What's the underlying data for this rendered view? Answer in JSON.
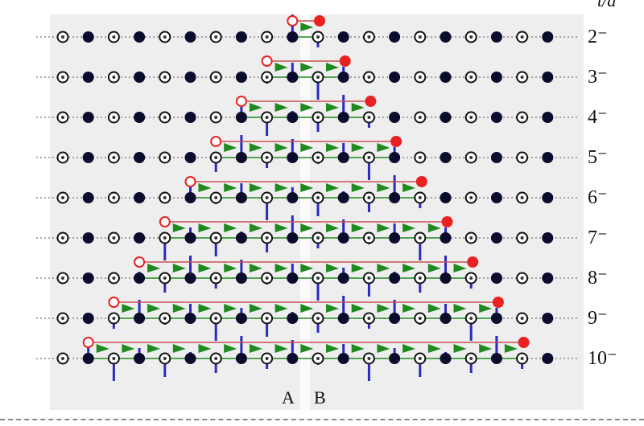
{
  "header_label": "t/a",
  "rows": [
    {
      "label": "2⁻",
      "n": 2
    },
    {
      "label": "3⁻",
      "n": 3
    },
    {
      "label": "4⁻",
      "n": 4
    },
    {
      "label": "5⁻",
      "n": 5
    },
    {
      "label": "6⁻",
      "n": 6
    },
    {
      "label": "7⁻",
      "n": 7
    },
    {
      "label": "8⁻",
      "n": 8
    },
    {
      "label": "9⁻",
      "n": 9
    },
    {
      "label": "10⁻",
      "n": 10
    }
  ],
  "sublattice_labels": {
    "a": "A",
    "b": "B"
  },
  "colors": {
    "open_site": "#111111",
    "filled_site": "#0b0b2e",
    "endpoint": "#e82222",
    "arrow": "#1f8a1f",
    "spin": "#2a2ac0",
    "bond": "#c85050"
  }
}
